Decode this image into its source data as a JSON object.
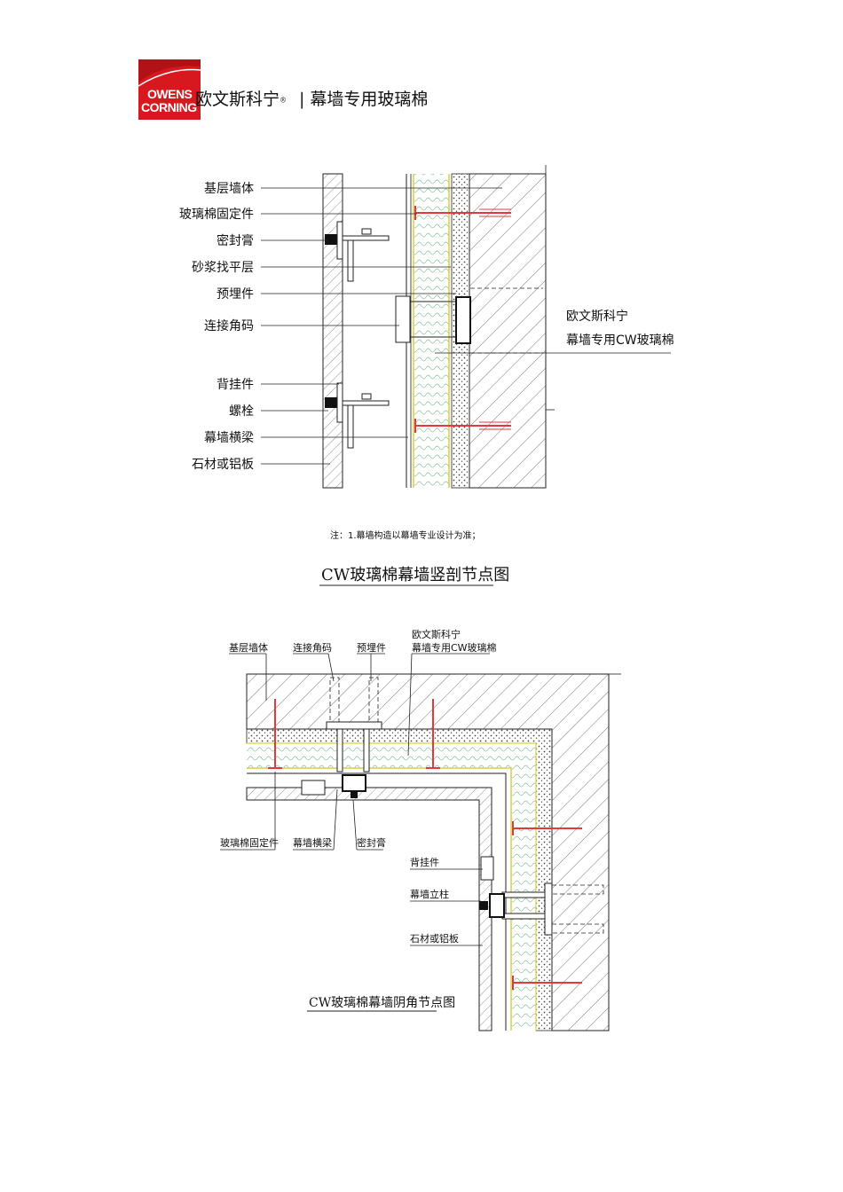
{
  "header": {
    "logo_line1": "OWENS",
    "logo_line2": "CORNING",
    "brand_name": "欧文斯科宁",
    "reg_mark": "®",
    "separator": "|",
    "product": "幕墙专用玻璃棉",
    "logo_color": "#d7191f"
  },
  "section1": {
    "labels": [
      "基层墙体",
      "玻璃棉固定件",
      "密封膏",
      "砂浆找平层",
      "预埋件",
      "连接角码",
      "背挂件",
      "螺栓",
      "幕墙横梁",
      "石材或铝板"
    ],
    "right_label_line1": "欧文斯科宁",
    "right_label_line2": "幕墙专用CW玻璃棉",
    "note": "注：1.幕墙构造以幕墙专业设计为准；",
    "title": "CW玻璃棉幕墙竖剖节点图"
  },
  "section2": {
    "top_labels": [
      "基层墙体",
      "连接角码",
      "预埋件"
    ],
    "top_right_line1": "欧文斯科宁",
    "top_right_line2": "幕墙专用CW玻璃棉",
    "bottom_labels": [
      "玻璃棉固定件",
      "幕墙横梁",
      "密封膏"
    ],
    "side_labels": [
      "背挂件",
      "幕墙立柱",
      "石材或铝板"
    ],
    "title": "CW玻璃棉幕墙阴角节点图"
  },
  "colors": {
    "anchor_red": "#e5383b",
    "insulation_green": "#7fbf9a",
    "membrane_yellow": "#d9d23a",
    "line": "#222222"
  }
}
